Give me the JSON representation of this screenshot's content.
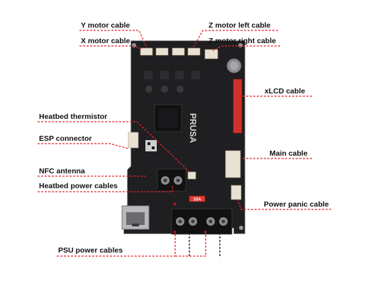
{
  "labels": {
    "y_motor": "Y motor cable",
    "x_motor": "X motor cable",
    "z_left": "Z motor left cable",
    "z_right": "Z motor right cable",
    "xlcd": "xLCD cable",
    "heatbed_thermistor": "Heatbed thermistor",
    "esp": "ESP connector",
    "main": "Main cable",
    "nfc": "NFC antenna",
    "heatbed_power": "Heatbed power cables",
    "power_panic": "Power panic cable",
    "psu_power": "PSU power cables"
  },
  "board": {
    "brand": "PRUSA",
    "fuse_text": "10A"
  },
  "colors": {
    "callout_line": "#e8222a",
    "polarity_negative": "#111111",
    "board": "#1f1f21",
    "background": "#ffffff"
  }
}
